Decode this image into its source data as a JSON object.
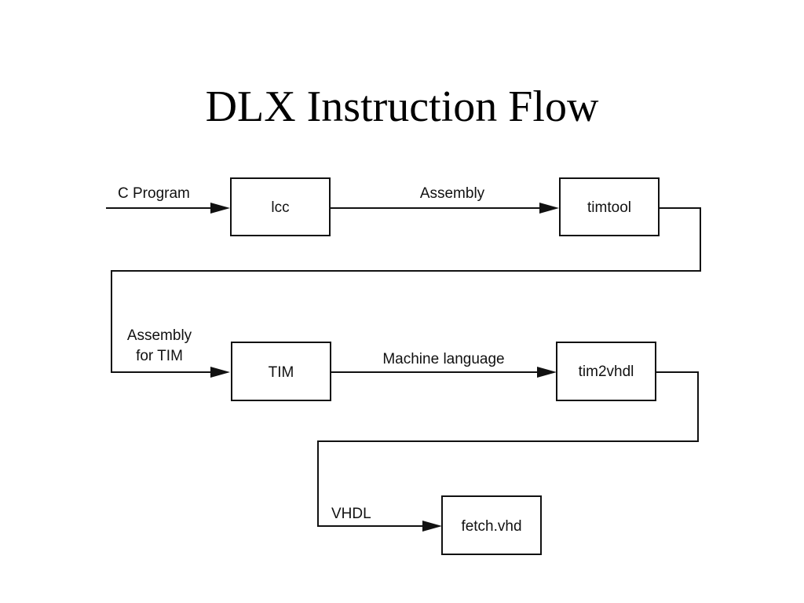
{
  "title": "DLX Instruction Flow",
  "nodes": {
    "lcc": "lcc",
    "timtool": "timtool",
    "tim": "TIM",
    "tim2vhdl": "tim2vhdl",
    "fetch": "fetch.vhd"
  },
  "edges": {
    "c_program": "C Program",
    "assembly": "Assembly",
    "assembly_for_tim_line1": "Assembly",
    "assembly_for_tim_line2": "for TIM",
    "machine_language": "Machine language",
    "vhdl": "VHDL"
  },
  "colors": {
    "ink": "#111111",
    "background": "#ffffff"
  }
}
